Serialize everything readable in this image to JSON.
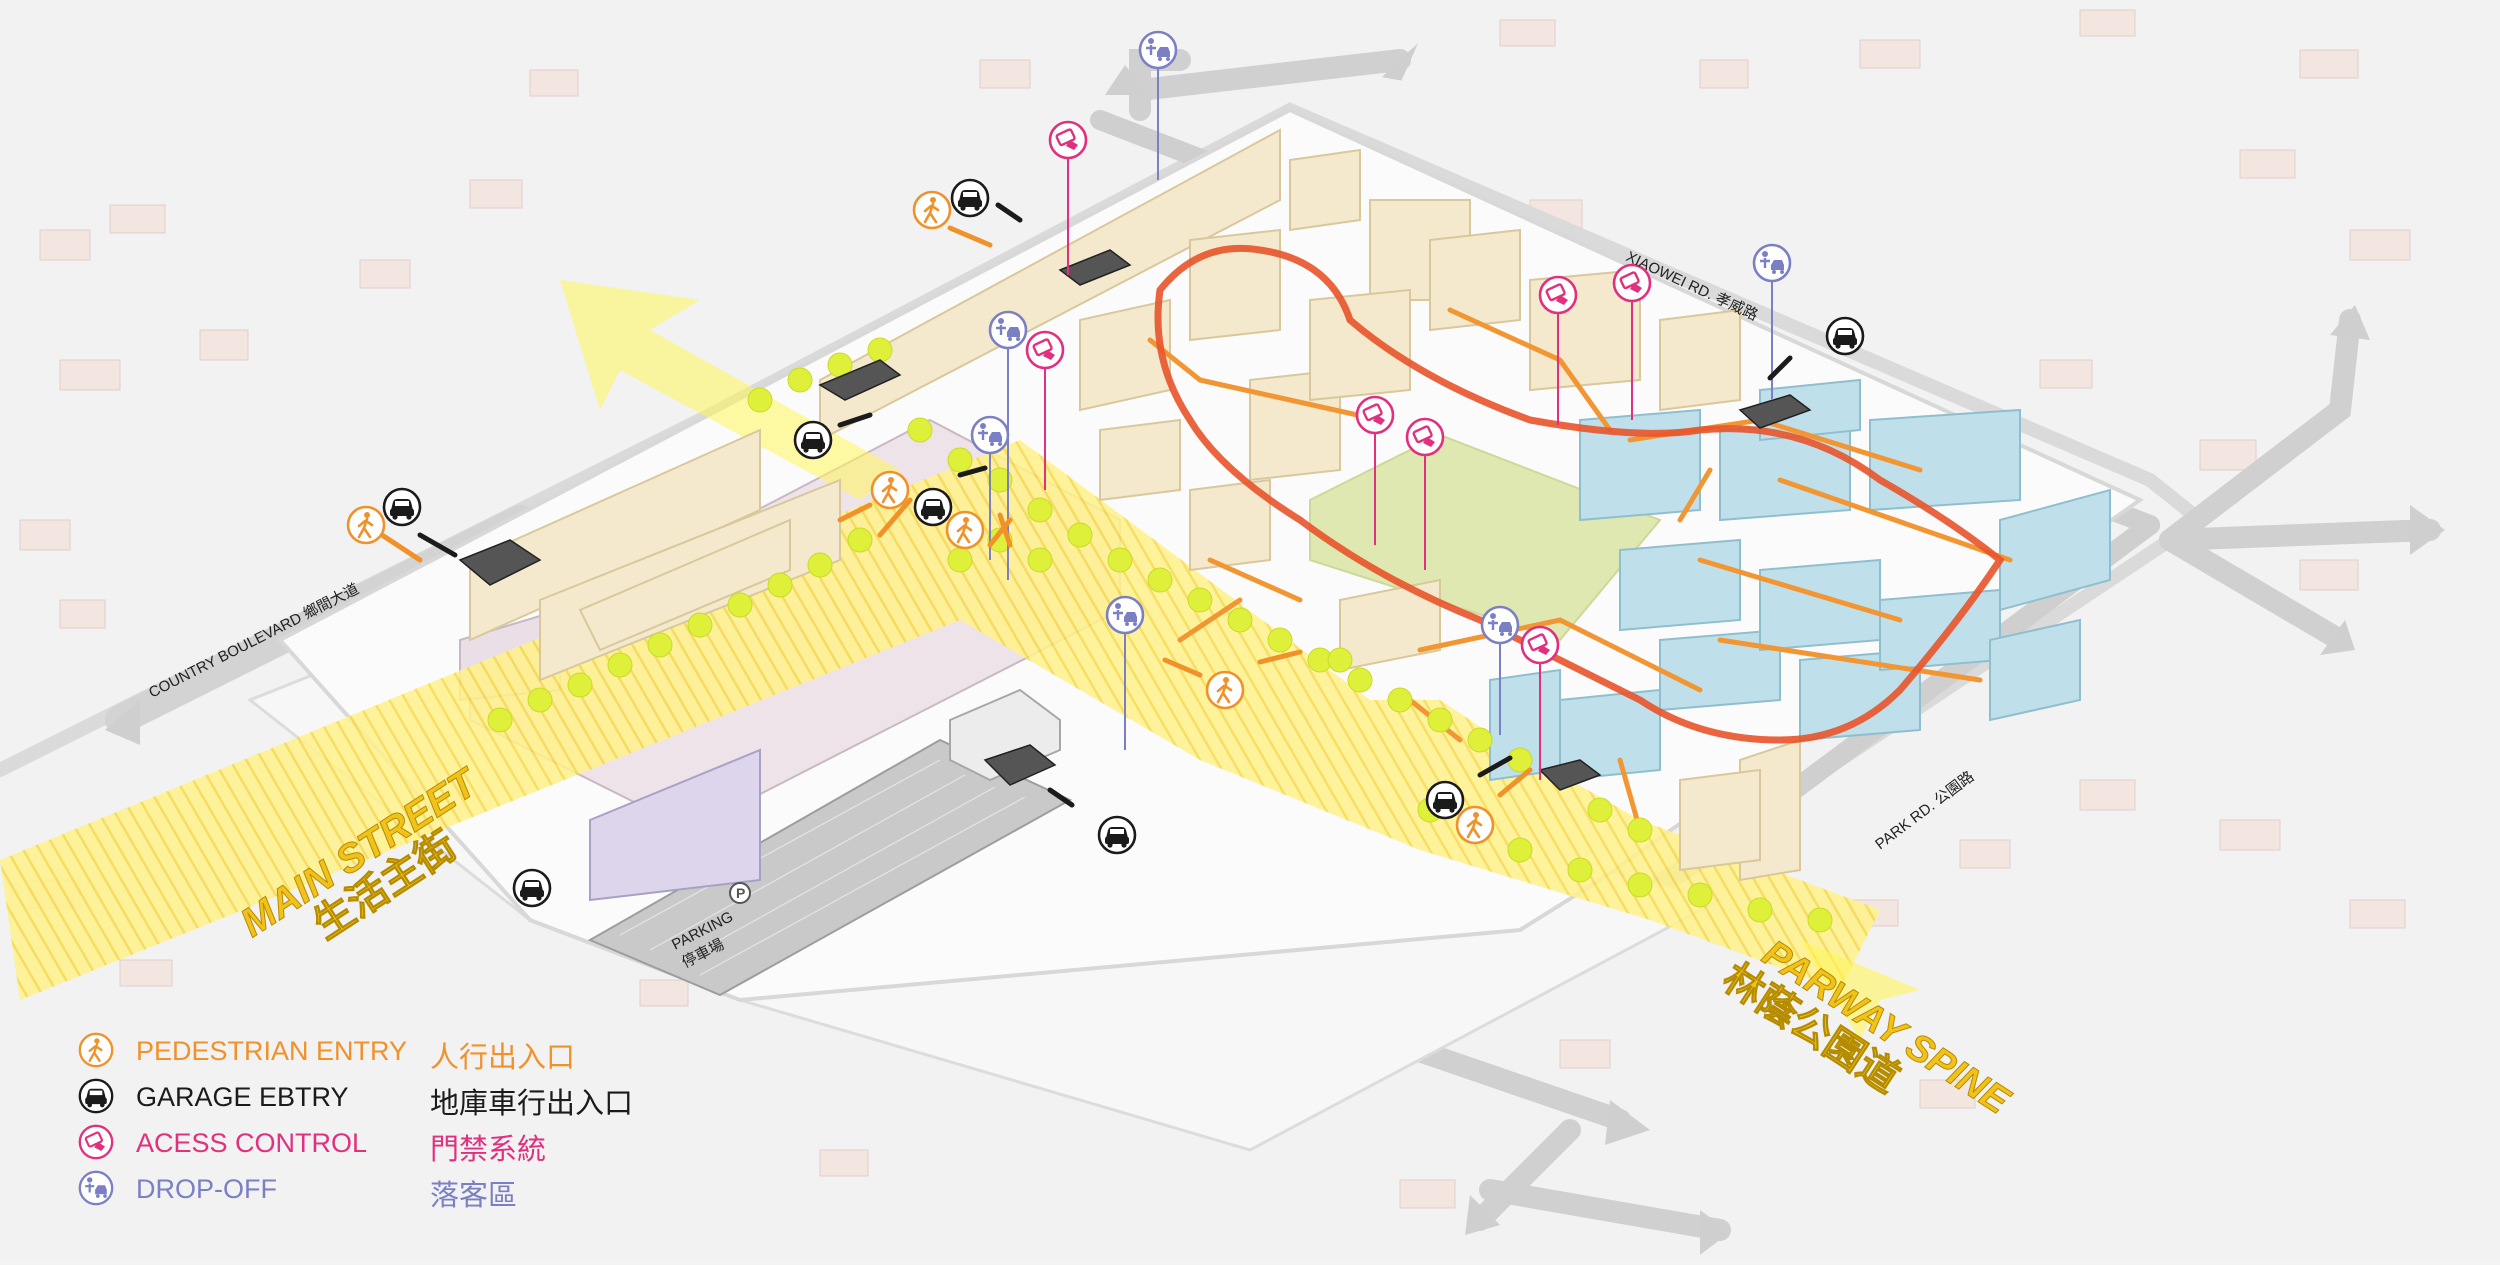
{
  "colors": {
    "pedestrian": "#f0912a",
    "garage": "#1b1b1b",
    "access": "#e0307e",
    "dropoff": "#7b80c4",
    "spine": "#ffef5c",
    "loop": "#e8542a",
    "path": "#f29634",
    "park": "#dfe8b0",
    "residential": "#f4e9cc",
    "glass": "#bfe0ea",
    "retail": "#e9dce6",
    "trees": "#dff03a"
  },
  "streets": {
    "main_street_en": "MAIN STREET",
    "main_street_zh": "生活主街",
    "parkway_en": "PARWAY SPINE",
    "parkway_zh": "林蔭公園道",
    "country_boulevard": "COUNTRY BOULEVARD  鄉間大道",
    "xiaowei_rd": "XIAOWEI RD.  孝威路",
    "park_rd": "PARK RD.  公園路",
    "parking_en": "PARKING",
    "parking_zh": "停車場"
  },
  "legend": {
    "pedestrian": {
      "en": "PEDESTRIAN ENTRY",
      "zh": "人行出入口",
      "icon": "pedestrian-icon"
    },
    "garage": {
      "en": "GARAGE EBTRY",
      "zh": "地庫車行出入口",
      "icon": "car-icon"
    },
    "access": {
      "en": "ACESS CONTROL",
      "zh": "門禁系統",
      "icon": "keycard-icon"
    },
    "dropoff": {
      "en": "DROP-OFF",
      "zh": "落客區",
      "icon": "dropoff-icon"
    }
  },
  "parking_symbol": "P"
}
